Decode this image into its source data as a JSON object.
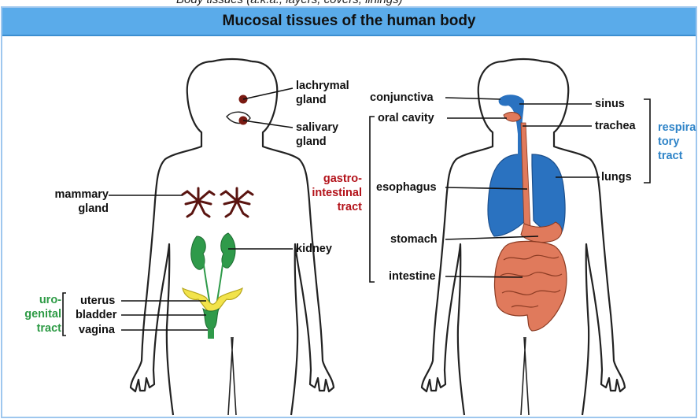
{
  "caption_strip": "Body tissues (a.k.a., layers, covers, linings)",
  "title": "Mucosal tissues of the human body",
  "left_figure": {
    "lachrymal_gland": "lachrymal\ngland",
    "salivary_gland": "salivary\ngland",
    "mammary_gland": "mammary\ngland",
    "kidney": "kidney",
    "uterus": "uterus",
    "bladder": "bladder",
    "vagina": "vagina",
    "urogenital_tract": "uro-\ngenital\ntract"
  },
  "right_figure": {
    "conjunctiva": "conjunctiva",
    "oral_cavity": "oral cavity",
    "esophagus": "esophagus",
    "stomach": "stomach",
    "intestine": "intestine",
    "gastrointestinal_tract": "gastro-\nintestinal\ntract",
    "sinus": "sinus",
    "trachea": "trachea",
    "lungs": "lungs",
    "respiratory_tract": "respira\ntory\ntract"
  },
  "colors": {
    "title_bar": "#5aabea",
    "gastrointestinal": "#b3121a",
    "respiratory": "#2f84c8",
    "urogenital": "#2e9b46",
    "lung_fill": "#2a72c0",
    "gut_fill": "#e07a5c",
    "kidney_fill": "#2f9a4a",
    "uterus_fill": "#f2e34a",
    "gland_dot": "#7a1a12"
  }
}
